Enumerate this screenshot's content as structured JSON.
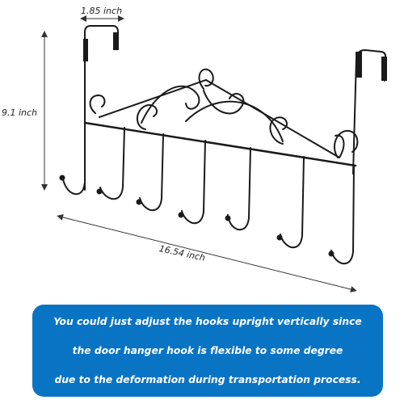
{
  "dimensions": {
    "width_label": "1.85 inch",
    "height_label": "9.1 inch",
    "length_label": "16.54 inch"
  },
  "note": {
    "lines": [
      "You could just adjust the hooks upright vertically since",
      "the door hanger hook is flexible to some degree",
      "due to the deformation during transportation process."
    ]
  },
  "colors": {
    "metal": "#1a1a1a",
    "note_background": "#0a74c4",
    "note_text": "#ffffff"
  }
}
